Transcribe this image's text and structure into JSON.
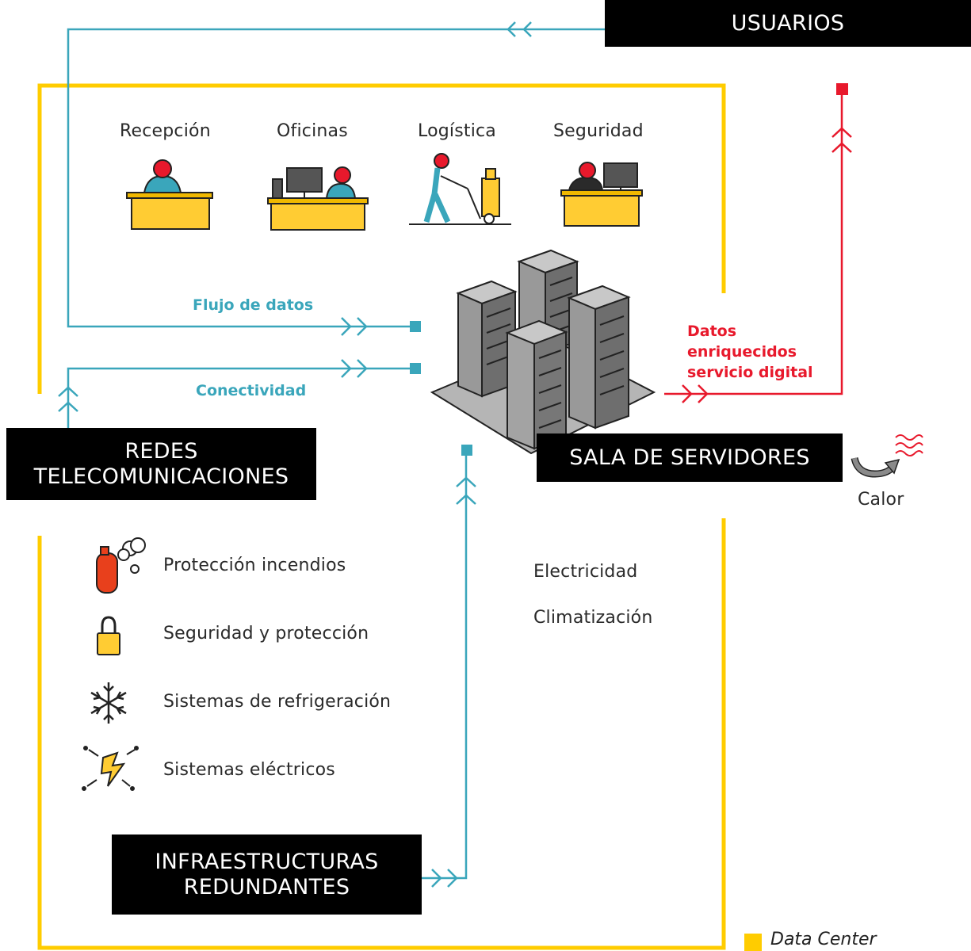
{
  "nodes": {
    "usuarios": "USUARIOS",
    "redes": [
      "REDES",
      "TELECOMUNICACIONES"
    ],
    "sala": "SALA DE SERVIDORES",
    "infra": [
      "INFRAESTRUCTURAS",
      "REDUNDANTES"
    ]
  },
  "areas": [
    "Recepción",
    "Oficinas",
    "Logística",
    "Seguridad"
  ],
  "flows": {
    "flujo": "Flujo de datos",
    "conectividad": "Conectividad",
    "datos": [
      "Datos",
      "enriquecidos",
      "servicio digital"
    ]
  },
  "heat_label": "Calor",
  "infrastructure": [
    {
      "label": "Protección incendios",
      "icon": "fire-extinguisher-icon"
    },
    {
      "label": "Seguridad y protección",
      "icon": "padlock-icon"
    },
    {
      "label": "Sistemas de refrigeración",
      "icon": "snowflake-icon"
    },
    {
      "label": "Sistemas eléctricos",
      "icon": "lightning-icon"
    }
  ],
  "services": [
    "Electricidad",
    "Climatización"
  ],
  "legend": "Data Center",
  "colors": {
    "data_center": "#ffcc00",
    "data_flow": "#3aa6bb",
    "digital_output": "#e8192c",
    "box": "#000000",
    "server": "#8a8a8a",
    "platform": "#b0b0b0"
  }
}
